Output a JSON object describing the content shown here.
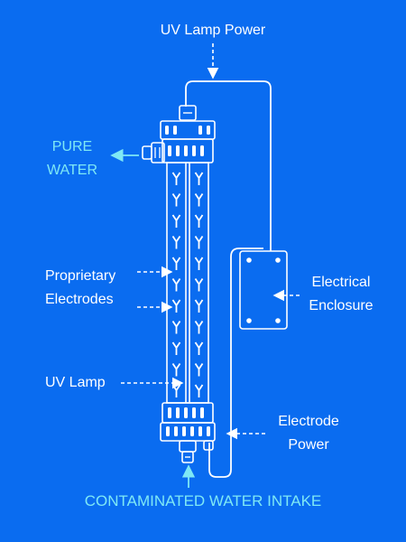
{
  "colors": {
    "background": "#0a6cf0",
    "line": "#ffffff",
    "accent": "#7ee8f5"
  },
  "labels": {
    "uv_lamp_power": "UV Lamp Power",
    "pure_water_line1": "PURE",
    "pure_water_line2": "WATER",
    "electrodes_line1": "Proprietary",
    "electrodes_line2": "Electrodes",
    "uv_lamp": "UV Lamp",
    "enclosure_line1": "Electrical",
    "enclosure_line2": "Enclosure",
    "electrode_power_line1": "Electrode",
    "electrode_power_line2": "Power",
    "intake": "CONTAMINATED WATER INTAKE"
  }
}
